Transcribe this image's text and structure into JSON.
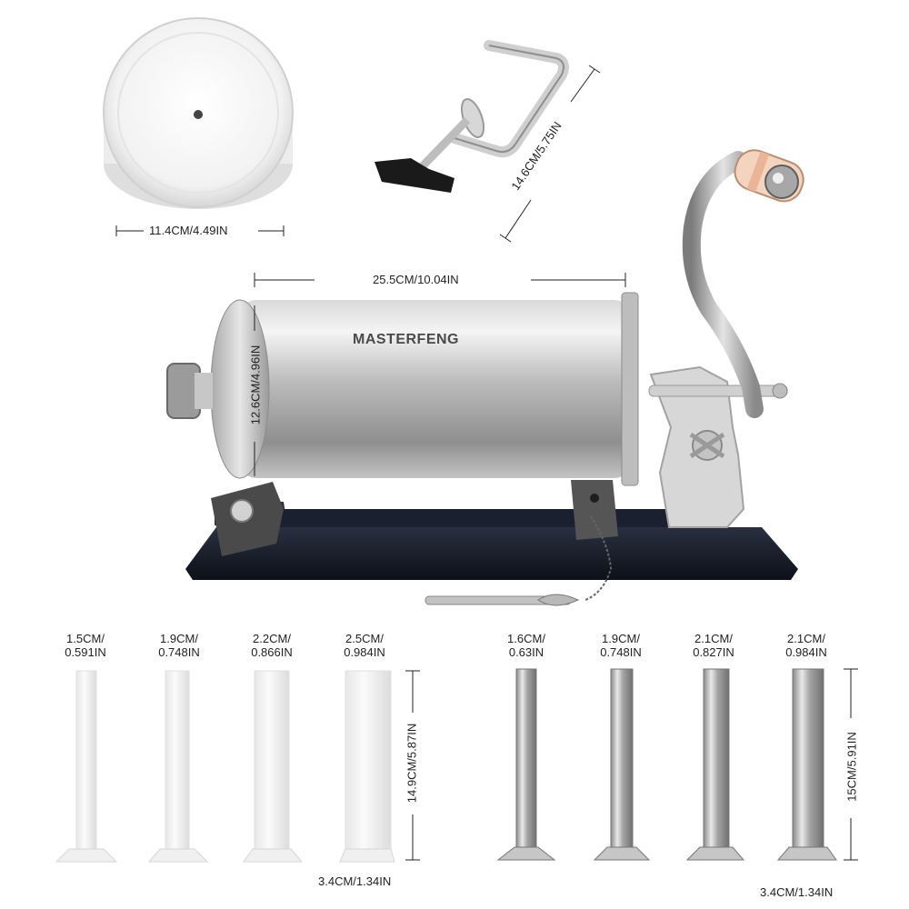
{
  "brand": "MASTERFENG",
  "dimensions": {
    "disc_width": "11.4CM/4.49IN",
    "clamp_length": "14.6CM/5.75IN",
    "cylinder_length": "25.5CM/10.04IN",
    "cylinder_diameter": "12.6CM/4.96IN"
  },
  "plastic_tubes": {
    "diameters": [
      {
        "cm": "1.5CM/",
        "inch": "0.591IN"
      },
      {
        "cm": "1.9CM/",
        "inch": "0.748IN"
      },
      {
        "cm": "2.2CM/",
        "inch": "0.866IN"
      },
      {
        "cm": "2.5CM/",
        "inch": "0.984IN"
      }
    ],
    "length": "14.9CM/5.87IN",
    "base_width": "3.4CM/1.34IN"
  },
  "steel_tubes": {
    "diameters": [
      {
        "cm": "1.6CM/",
        "inch": "0.63IN"
      },
      {
        "cm": "1.9CM/",
        "inch": "0.748IN"
      },
      {
        "cm": "2.1CM/",
        "inch": "0.827IN"
      },
      {
        "cm": "2.1CM/",
        "inch": "0.984IN"
      }
    ],
    "length": "15CM/5.91IN",
    "base_width": "3.4CM/1.34IN"
  },
  "colors": {
    "steel": "#c9c9c9",
    "base": "#151a25",
    "plastic": "#f1f1f1",
    "dimension_line": "#222222"
  }
}
